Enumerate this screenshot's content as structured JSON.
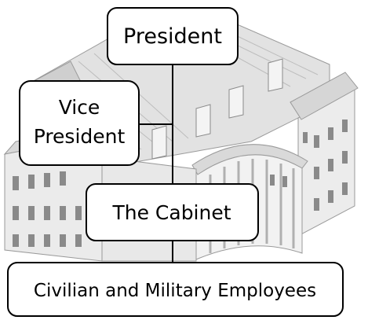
{
  "org_chart": {
    "president": "President",
    "vice_president_line1": "Vice",
    "vice_president_line2": "President",
    "cabinet": "The Cabinet",
    "employees": "Civilian and Military Employees"
  },
  "colors": {
    "building_wall": "#ebebeb",
    "building_roof": "#dedede",
    "building_shadow": "#c4c4c4",
    "window": "#8a8a8a",
    "box_fill": "#ffffff",
    "box_stroke": "#000000"
  }
}
